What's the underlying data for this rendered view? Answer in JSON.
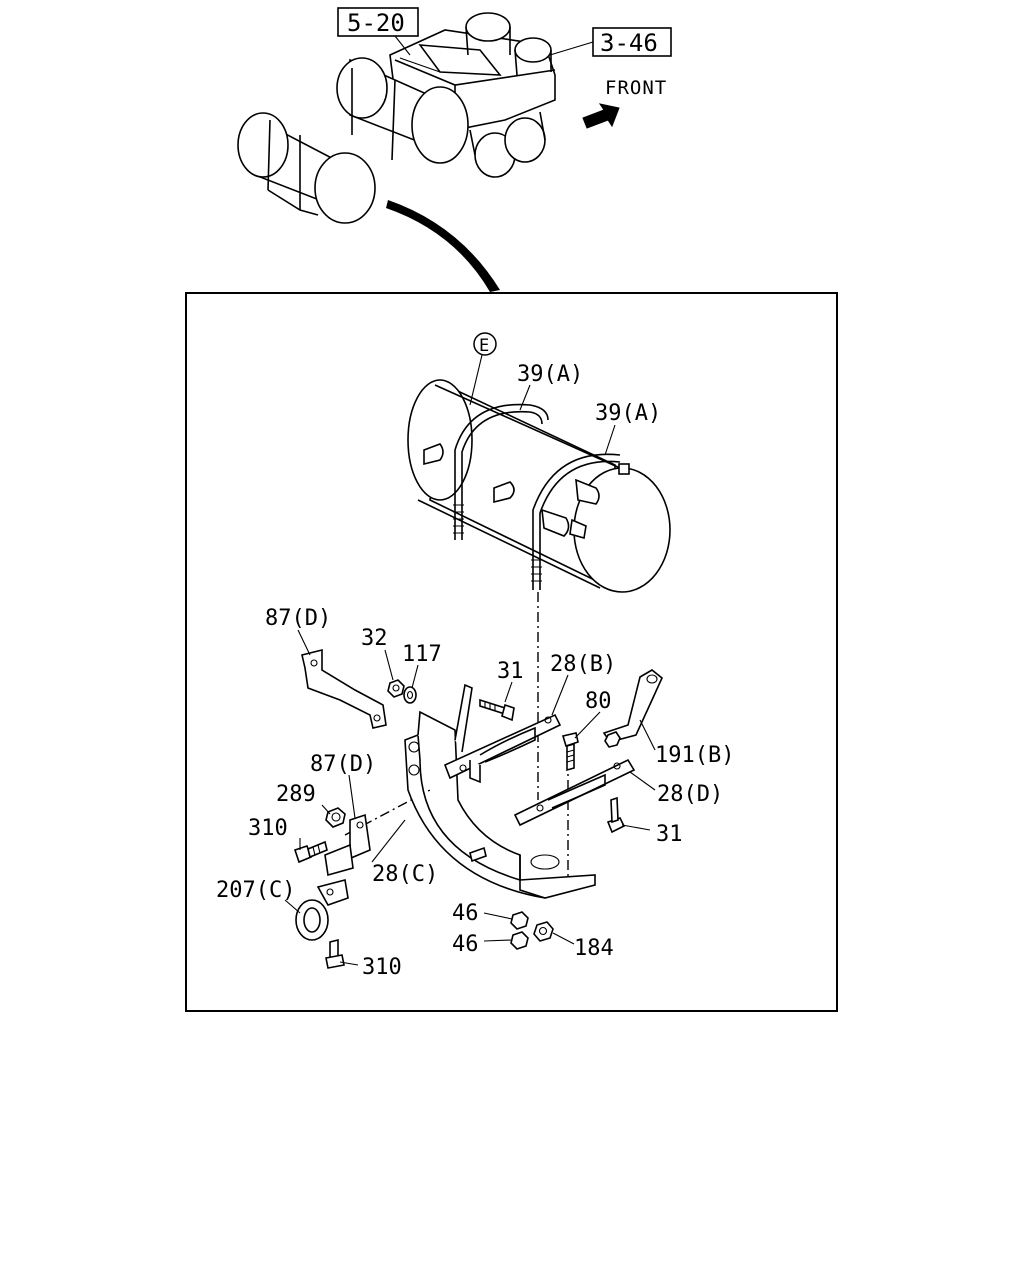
{
  "references": {
    "ref_5_20": "5-20",
    "ref_3_46": "3-46"
  },
  "direction": {
    "front_label": "FRONT"
  },
  "callout_e": "E",
  "parts": {
    "p39a_1": "39(A)",
    "p39a_2": "39(A)",
    "p87d_1": "87(D)",
    "p32": "32",
    "p117": "117",
    "p31_top": "31",
    "p28b": "28(B)",
    "p80": "80",
    "p191b": "191(B)",
    "p87d_2": "87(D)",
    "p289": "289",
    "p28d": "28(D)",
    "p310_a": "310",
    "p31_bot": "31",
    "p28c": "28(C)",
    "p207c": "207(C)",
    "p46_a": "46",
    "p46_b": "46",
    "p184": "184",
    "p310_b": "310"
  }
}
